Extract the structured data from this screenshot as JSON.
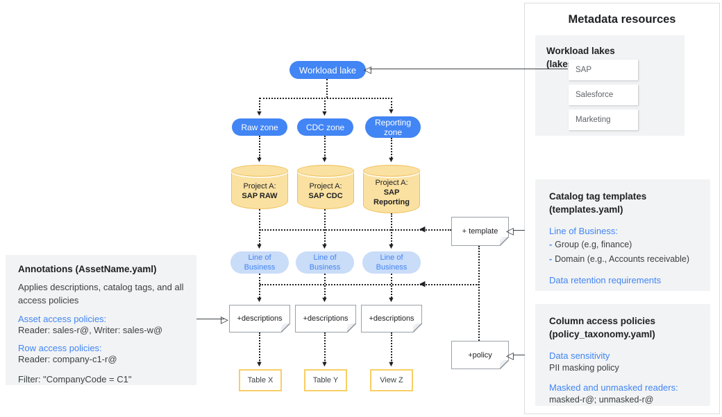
{
  "colors": {
    "node_blue": "#4285F4",
    "node_text": "#FFFFFF",
    "lob_fill": "#C9DCF8",
    "lob_text": "#4285F4",
    "cylinder_fill": "#FAE1A1",
    "cylinder_border": "#EFC05A",
    "table_border": "#F8CE63",
    "panel_gray": "#F1F3F4",
    "link_blue": "#4285F4",
    "line_dark": "#202124"
  },
  "diagram": {
    "workload_lake_label": "Workload lake",
    "zones": [
      "Raw zone",
      "CDC zone",
      "Reporting zone"
    ],
    "projects": [
      {
        "prefix": "Project A:",
        "name": "SAP RAW"
      },
      {
        "prefix": "Project A:",
        "name": "SAP CDC"
      },
      {
        "prefix": "Project A:",
        "name": "SAP Reporting"
      }
    ],
    "lob": {
      "line1": "Line of",
      "line2": "Business"
    },
    "descriptions_label": "+descriptions",
    "template_note_label": "+ template",
    "policy_note_label": "+policy",
    "assets": [
      "Table X",
      "Table Y",
      "View Z"
    ]
  },
  "annotations_panel": {
    "title": "Annotations (AssetName.yaml)",
    "body": "Applies descriptions, catalog tags, and all access policies",
    "asset_policies_heading": "Asset access policies:",
    "asset_policies_value": "Reader: sales-r@, Writer: sales-w@",
    "row_policies_heading": "Row access policies:",
    "row_policies_value": "Reader: company-c1-r@",
    "filter": "Filter: \"CompanyCode = C1\""
  },
  "metadata_panel": {
    "title": "Metadata resources",
    "workload_lakes": {
      "heading": "Workload lakes (lakes*.yaml)",
      "items": [
        "SAP",
        "Salesforce",
        "Marketing"
      ]
    },
    "catalog_templates": {
      "heading_line1": "Catalog tag templates",
      "heading_line2": "(templates.yaml)",
      "lob_heading": "Line of Business:",
      "bullet": "-",
      "lob_items": [
        "Group (e.g, finance)",
        "Domain (e.g., Accounts receivable)"
      ],
      "retention_heading": "Data retention requirements"
    },
    "column_policies": {
      "heading_line1": "Column access policies",
      "heading_line2": "(policy_taxonomy.yaml)",
      "sensitivity_heading": "Data sensitivity",
      "sensitivity_value": "PII masking policy",
      "readers_heading": "Masked and unmasked readers:",
      "readers_value": "masked-r@; unmasked-r@"
    }
  }
}
